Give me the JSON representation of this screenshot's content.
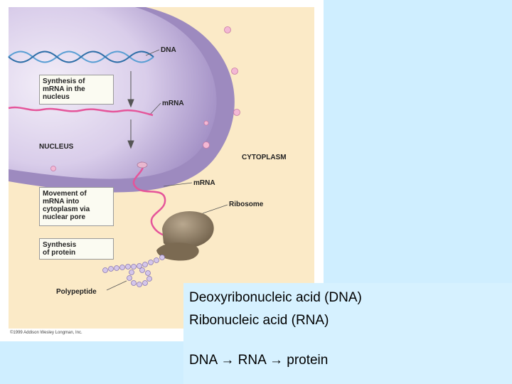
{
  "figure": {
    "labels": {
      "dna": "DNA",
      "mrna_1": "mRNA",
      "nucleus": "NUCLEUS",
      "cytoplasm": "CYTOPLASM",
      "mrna_2": "mRNA",
      "ribosome": "Ribosome",
      "polypeptide": "Polypeptide"
    },
    "boxes": {
      "synthesis_mrna": [
        "Synthesis of",
        "mRNA in the",
        "nucleus"
      ],
      "movement": [
        "Movement of",
        "mRNA into",
        "cytoplasm via",
        "nuclear pore"
      ],
      "synthesis_protein": [
        "Synthesis",
        "of protein"
      ]
    },
    "copyright": "©1999 Addison Wesley Longman, Inc."
  },
  "text": {
    "line1": "Deoxyribonucleic acid (DNA)",
    "line2": "Ribonucleic acid (RNA)",
    "line3": "DNA → RNA → protein"
  }
}
